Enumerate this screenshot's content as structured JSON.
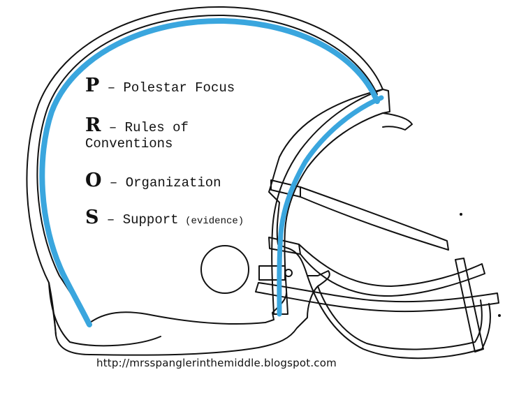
{
  "items": [
    {
      "letter": "P",
      "sep": " – ",
      "text": "Polestar Focus",
      "note": ""
    },
    {
      "letter": "R",
      "sep": " – ",
      "text": "Rules of",
      "text2": "Conventions",
      "note": ""
    },
    {
      "letter": "O",
      "sep": " – ",
      "text": "Organization",
      "note": ""
    },
    {
      "letter": "S",
      "sep": " – ",
      "text": "Support",
      "note": "(evidence)"
    }
  ],
  "footer": {
    "url": "http://mrsspanglerinthemiddle.blogspot.com"
  },
  "colors": {
    "stripe": "#3aa6de",
    "outline": "#111111",
    "background": "#ffffff"
  },
  "illustration": {
    "icon": "football-helmet-icon"
  }
}
